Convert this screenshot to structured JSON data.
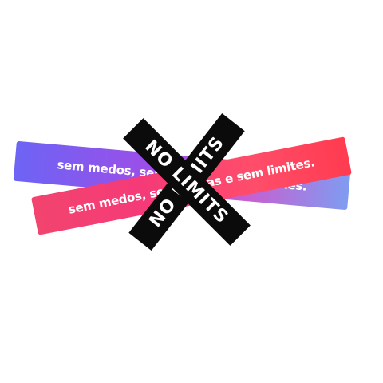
{
  "ribbons": {
    "back_text": "sem medos, sem culpas e sem limites.",
    "front_text": "sem medos, sem culpas e sem limites."
  },
  "tags": {
    "a_text": "NO LIMITS",
    "b_text": "NO LIMITS"
  },
  "colors": {
    "back_ribbon": "#8a5cf0",
    "front_ribbon": "#f5406e",
    "tag": "#0b0b0b",
    "text": "#ffffff"
  }
}
